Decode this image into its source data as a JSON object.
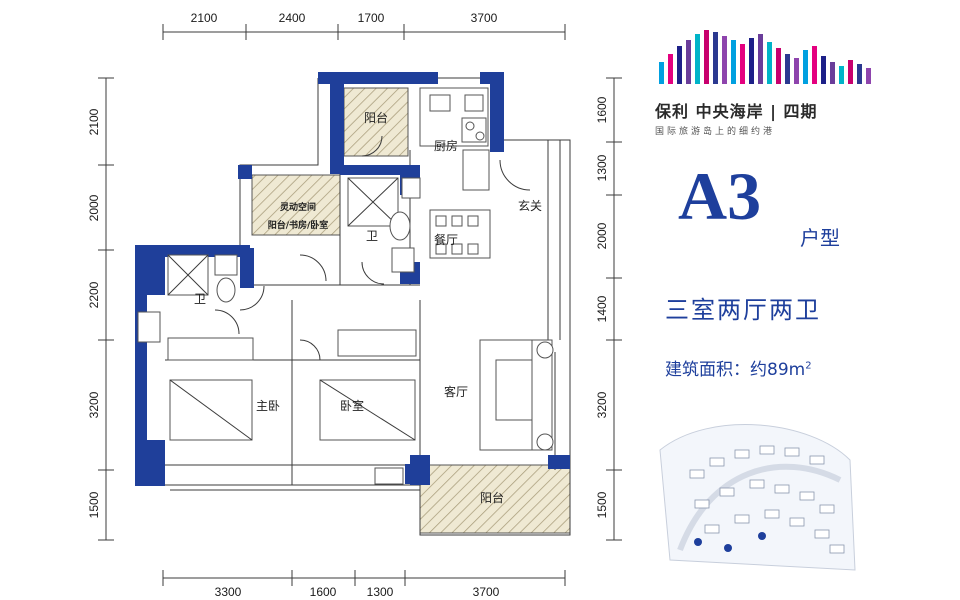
{
  "dimensions": {
    "top": [
      "2100",
      "2400",
      "1700",
      "3700"
    ],
    "bottom": [
      "3300",
      "1600",
      "1300",
      "3700"
    ],
    "left": [
      "2100",
      "2000",
      "2200",
      "3200",
      "1500"
    ],
    "right": [
      "1600",
      "1300",
      "2000",
      "1400",
      "3200",
      "1500"
    ]
  },
  "rooms": {
    "balcony_top": "阳台",
    "kitchen": "厨房",
    "flex_line1": "灵动空间",
    "flex_line2": "阳台/书房/卧室",
    "bath_center": "卫",
    "entrance": "玄关",
    "dining": "餐厅",
    "bath_left": "卫",
    "master_bedroom": "主卧",
    "bedroom": "卧室",
    "living": "客厅",
    "balcony_bottom": "阳台"
  },
  "brand": {
    "name": "保利 中央海岸 | 四期",
    "slogan": "国际旅游岛上的细约港",
    "bar_colors": [
      "#00a0e0",
      "#e4007f",
      "#1d2088",
      "#6a3d9a",
      "#00b4c8",
      "#c8006e",
      "#2b3990",
      "#8e44ad"
    ]
  },
  "unit": {
    "code": "A3",
    "suffix": "户型",
    "layout": "三室两厅两卫",
    "area_label": "建筑面积：约89m",
    "area_sup": "2"
  },
  "colors": {
    "wall": "#1f3f9a",
    "accent": "#1e3f9c"
  }
}
